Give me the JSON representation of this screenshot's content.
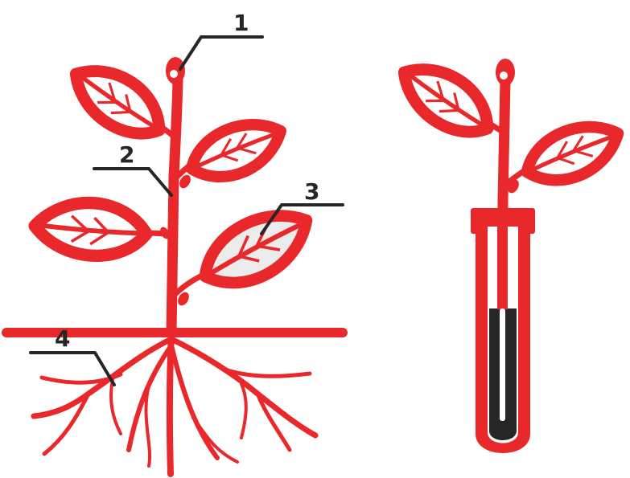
{
  "labels": {
    "l1": "1",
    "l2": "2",
    "l3": "3",
    "l4": "4"
  },
  "colors": {
    "plant": "#e8282b",
    "leaf_fill": "#ffffff",
    "leaf_highlight": "#ececec",
    "leader_line": "#262626",
    "liquid": "#262626",
    "tube_glass": "#ffffff"
  }
}
